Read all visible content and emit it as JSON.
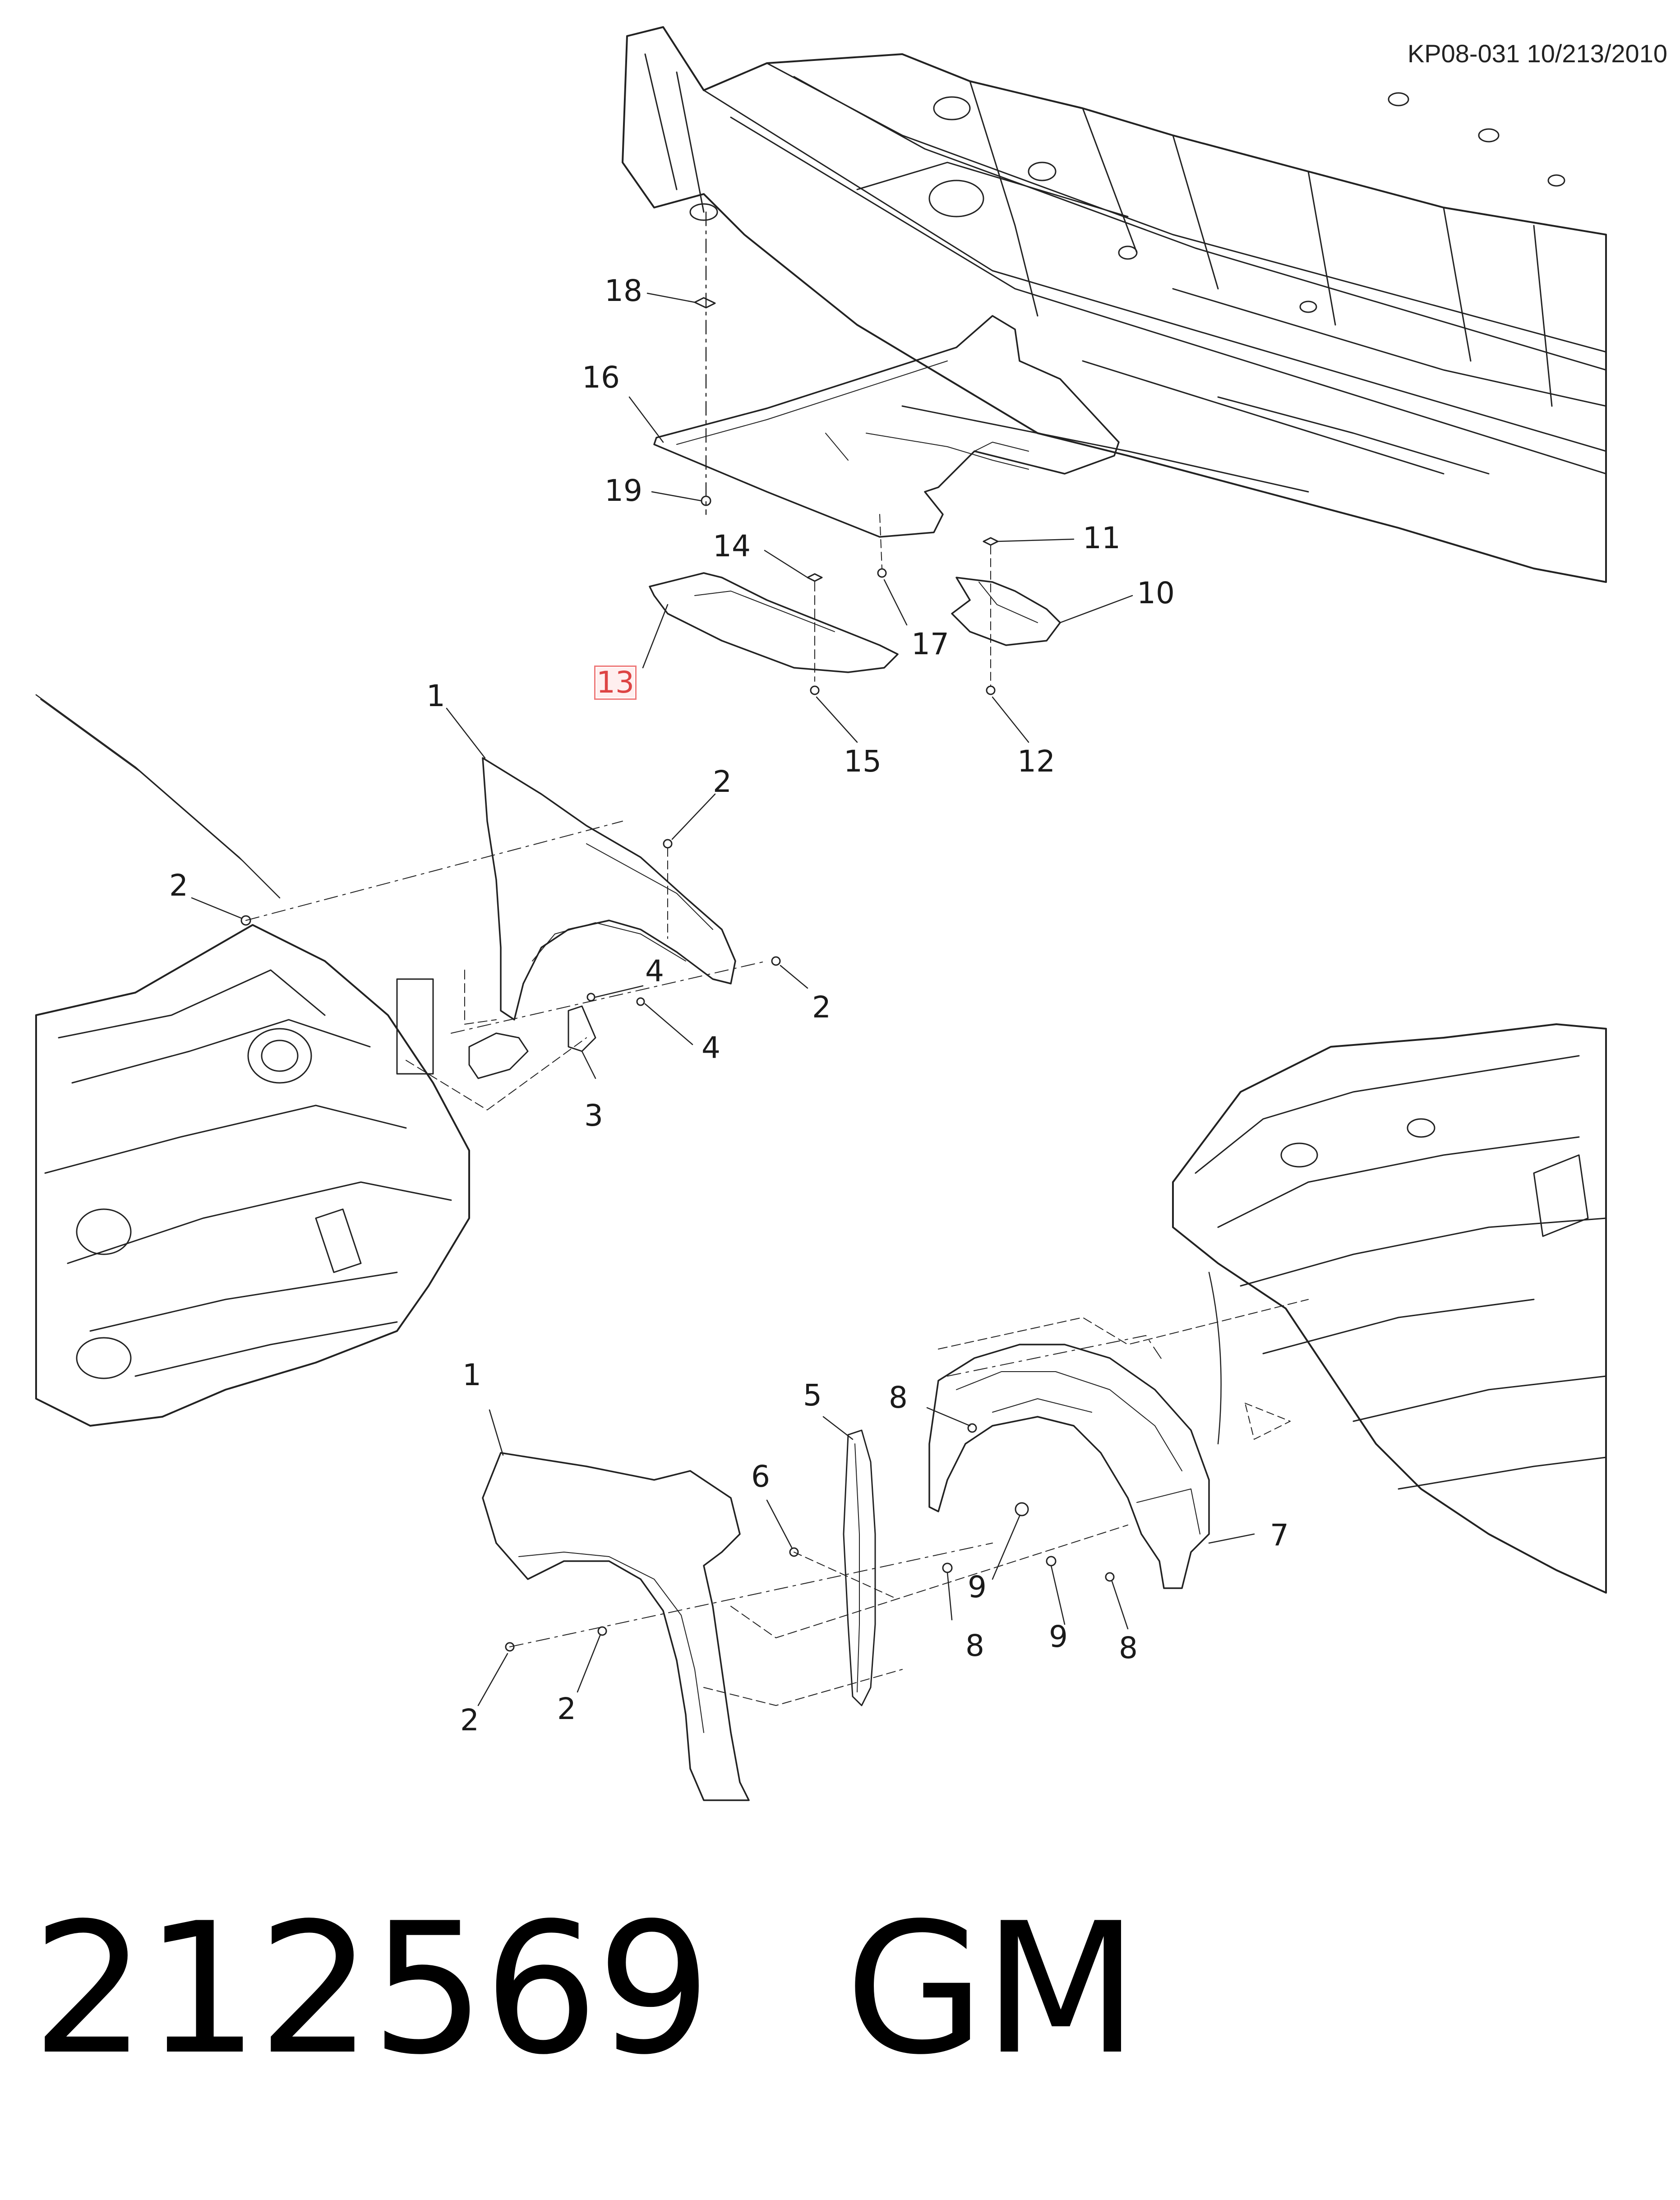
{
  "header": {
    "code": "KP08-031 10/213/2010"
  },
  "footer": {
    "part_number": "212569",
    "brand": "GM"
  },
  "callouts": [
    {
      "label": "18"
    },
    {
      "label": "16"
    },
    {
      "label": "19"
    },
    {
      "label": "14"
    },
    {
      "label": "13"
    },
    {
      "label": "17"
    },
    {
      "label": "11"
    },
    {
      "label": "10"
    },
    {
      "label": "15"
    },
    {
      "label": "12"
    },
    {
      "label": "1"
    },
    {
      "label": "2"
    },
    {
      "label": "2"
    },
    {
      "label": "2"
    },
    {
      "label": "4"
    },
    {
      "label": "4"
    },
    {
      "label": "3"
    },
    {
      "label": "1"
    },
    {
      "label": "5"
    },
    {
      "label": "6"
    },
    {
      "label": "8"
    },
    {
      "label": "7"
    },
    {
      "label": "9"
    },
    {
      "label": "9"
    },
    {
      "label": "8"
    },
    {
      "label": "8"
    },
    {
      "label": "2"
    },
    {
      "label": "2"
    }
  ]
}
